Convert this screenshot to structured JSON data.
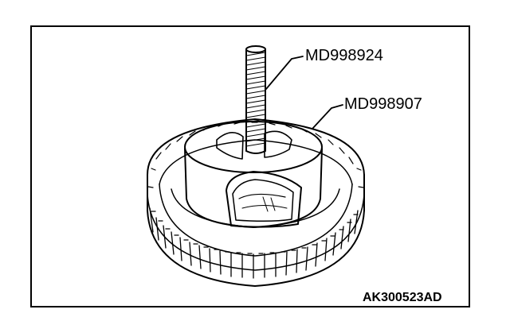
{
  "callouts": {
    "tool_upper": "MD998924",
    "tool_lower": "MD998907"
  },
  "figure_code": "AK300523AD",
  "colors": {
    "line": "#000000",
    "background": "#ffffff"
  }
}
